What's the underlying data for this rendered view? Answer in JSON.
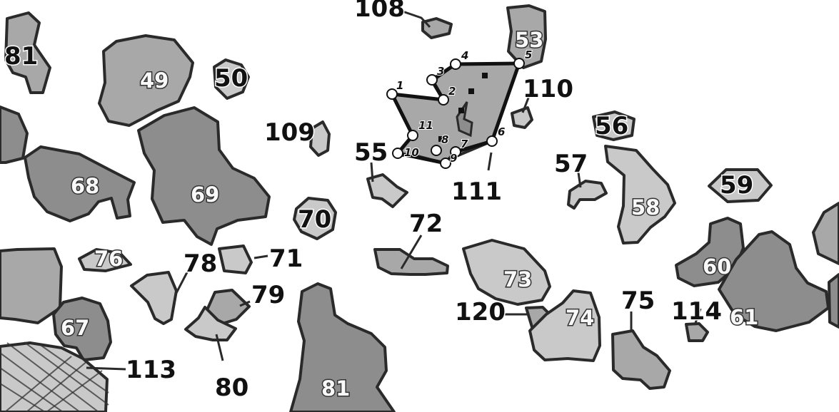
{
  "map": {
    "highlighted_parcel": {
      "vertices": [
        "1",
        "2",
        "3",
        "4",
        "5",
        "6",
        "7",
        "8",
        "9",
        "10",
        "11"
      ]
    },
    "labels": {
      "r49": "49",
      "r50": "50",
      "r53": "53",
      "r55": "55",
      "r56": "56",
      "r57": "57",
      "r58": "58",
      "r59": "59",
      "r60": "60",
      "r61": "61",
      "r67": "67",
      "r68": "68",
      "r69": "69",
      "r70": "70",
      "r71": "71",
      "r72": "72",
      "r73": "73",
      "r74": "74",
      "r75": "75",
      "r76": "76",
      "r78": "78",
      "r79": "79",
      "r80": "80",
      "r81": "81",
      "r81_left": "81",
      "r108": "108",
      "r109": "109",
      "r110": "110",
      "r111": "111",
      "r113": "113",
      "r114": "114",
      "r120": "120"
    },
    "colors": {
      "background": "#ffffff",
      "light_region": "#c9c9c9",
      "mid_region": "#a8a8a8",
      "dark_region": "#8d8d8d",
      "outline": "#2a2a2a",
      "boundary": "#111111"
    }
  }
}
